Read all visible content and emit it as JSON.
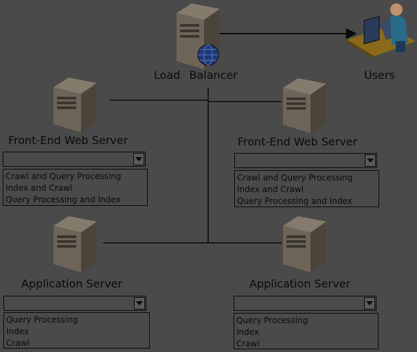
{
  "nodes": {
    "load_balancer": {
      "label": "Load  Balancer"
    },
    "users": {
      "label": "Users"
    },
    "front_end_1": {
      "label": "Front-End Web Server",
      "dropdown_value": "",
      "options": [
        "Crawl and Query Processing",
        "Index and Crawl",
        "Query Processing and Index"
      ]
    },
    "front_end_2": {
      "label": "Front-End Web Server",
      "dropdown_value": "",
      "options": [
        "Crawl and Query Processing",
        "Index and Crawl",
        "Query Processing and Index"
      ]
    },
    "app_server_1": {
      "label": "Application Server",
      "dropdown_value": "",
      "options": [
        "Query Processing",
        "Index",
        "Crawl"
      ]
    },
    "app_server_2": {
      "label": "Application Server",
      "dropdown_value": "",
      "options": [
        "Query Processing",
        "Index",
        "Crawl"
      ]
    }
  },
  "colors": {
    "background": "#4a4a4a",
    "server_body": "#6e6558",
    "server_side": "#4a443b",
    "line": "#0a0a0a",
    "globe": "#1e3a7a",
    "desk": "#8a6a1a",
    "monitor": "#2a3a5a",
    "person_shirt": "#2a6a8a",
    "person_skin": "#c09070"
  },
  "icons": [
    "server-icon",
    "globe-icon",
    "user-workstation-icon",
    "chevron-down-icon"
  ]
}
